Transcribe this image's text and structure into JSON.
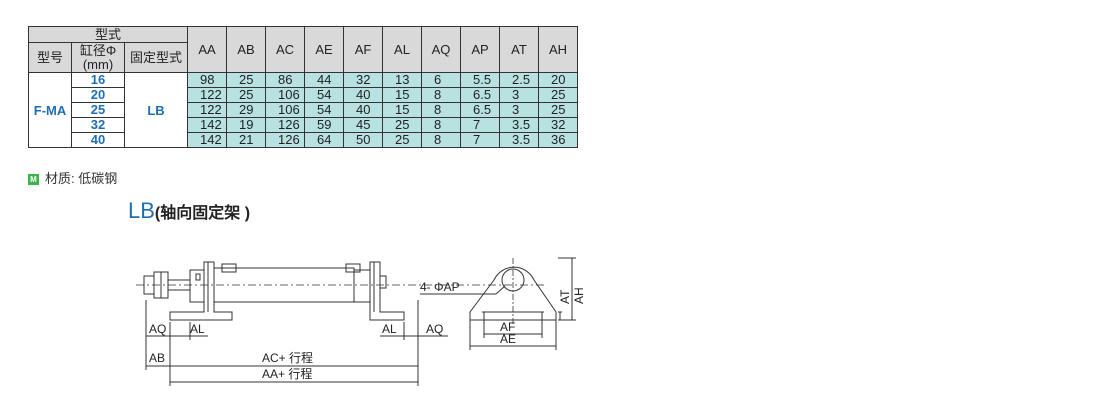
{
  "table": {
    "header_group": "型式",
    "header_model": "型号",
    "header_diameter": "缸径Φ\n(mm)",
    "header_diameter_line1": "缸径Φ",
    "header_diameter_line2": "(mm)",
    "header_mount": "固定型式",
    "columns": [
      "AA",
      "AB",
      "AC",
      "AE",
      "AF",
      "AL",
      "AQ",
      "AP",
      "AT",
      "AH"
    ],
    "model": "F-MA",
    "mount": "LB",
    "rows": [
      {
        "dia": "16",
        "values": [
          "98",
          "25",
          "86",
          "44",
          "32",
          "13",
          "6",
          "5.5",
          "2.5",
          "20"
        ]
      },
      {
        "dia": "20",
        "values": [
          "122",
          "25",
          "106",
          "54",
          "40",
          "15",
          "8",
          "6.5",
          "3",
          "25"
        ]
      },
      {
        "dia": "25",
        "values": [
          "122",
          "29",
          "106",
          "54",
          "40",
          "15",
          "8",
          "6.5",
          "3",
          "25"
        ]
      },
      {
        "dia": "32",
        "values": [
          "142",
          "19",
          "126",
          "59",
          "45",
          "25",
          "8",
          "7",
          "3.5",
          "32"
        ]
      },
      {
        "dia": "40",
        "values": [
          "142",
          "21",
          "126",
          "64",
          "50",
          "25",
          "8",
          "7",
          "3.5",
          "36"
        ]
      }
    ]
  },
  "material": {
    "icon": "M",
    "label": "材质: 低碳钢"
  },
  "section": {
    "title": "LB",
    "subtitle": "(轴向固定架 )"
  },
  "drawing": {
    "labels": {
      "AQ_left": "AQ",
      "AL_left": "AL",
      "AB": "AB",
      "AC": "AC+ 行程",
      "AA": "AA+ 行程",
      "AL_right": "AL",
      "AQ_right": "AQ",
      "hole": "4- ΦAP",
      "AT": "AT",
      "AH": "AH",
      "AF": "AF",
      "AE": "AE"
    }
  }
}
